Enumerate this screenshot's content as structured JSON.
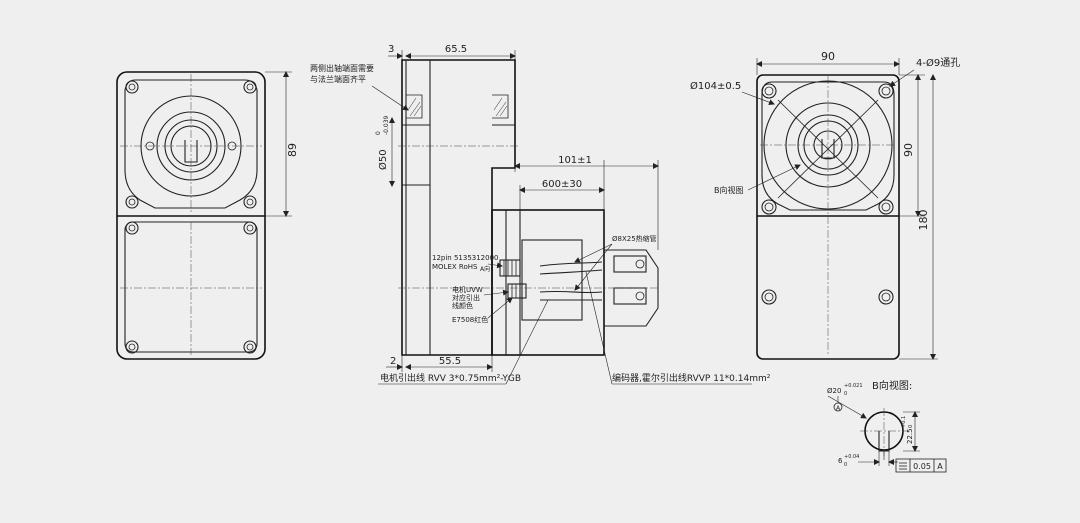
{
  "front_view": {
    "height_label": "89"
  },
  "side_view": {
    "flange_thickness": "3",
    "top_length": "65.5",
    "note_line1": "两侧出轴端面需要",
    "note_line2": "与法兰端面齐平",
    "shaft_diameter": "Ø50",
    "shaft_tol_upper": "0",
    "shaft_tol_lower": "-0.039",
    "connector_length": "101±1",
    "cable_length": "600±30",
    "heat_shrink": "Ø8X25热缩管",
    "connector_model": "12pin 5135312000",
    "connector_brand": "MOLEX RoHS",
    "connector_pin": "A向",
    "uvw_note1": "电机UVW",
    "uvw_note2": "对应引出",
    "uvw_note3": "线颜色",
    "e7508": "E7508红色",
    "bottom_offset": "2",
    "bottom_length": "55.5",
    "motor_lead": "电机引出线 RVV 3*0.75mm²-YGB",
    "encoder_lead": "编码器,霍尔引出线RVVP 11*0.14mm²"
  },
  "rear_view": {
    "width": "90",
    "holes": "4-Ø9通孔",
    "pcd": "Ø104±0.5",
    "b_view_label": "B向视图",
    "height_upper": "90",
    "height_total": "180"
  },
  "detail_b": {
    "title": "B向视图:",
    "shaft_dia": "Ø20",
    "shaft_dia_tol_upper": "+0.021",
    "shaft_dia_tol_lower": "0",
    "datum": "A",
    "key_height": "22.5",
    "key_height_tol_upper": "+0.1",
    "key_height_tol_lower": "0",
    "key_width": "6",
    "key_width_tol_upper": "+0.04",
    "key_width_tol_lower": "0",
    "tolerance_value": "0.05",
    "tolerance_datum": "A"
  }
}
